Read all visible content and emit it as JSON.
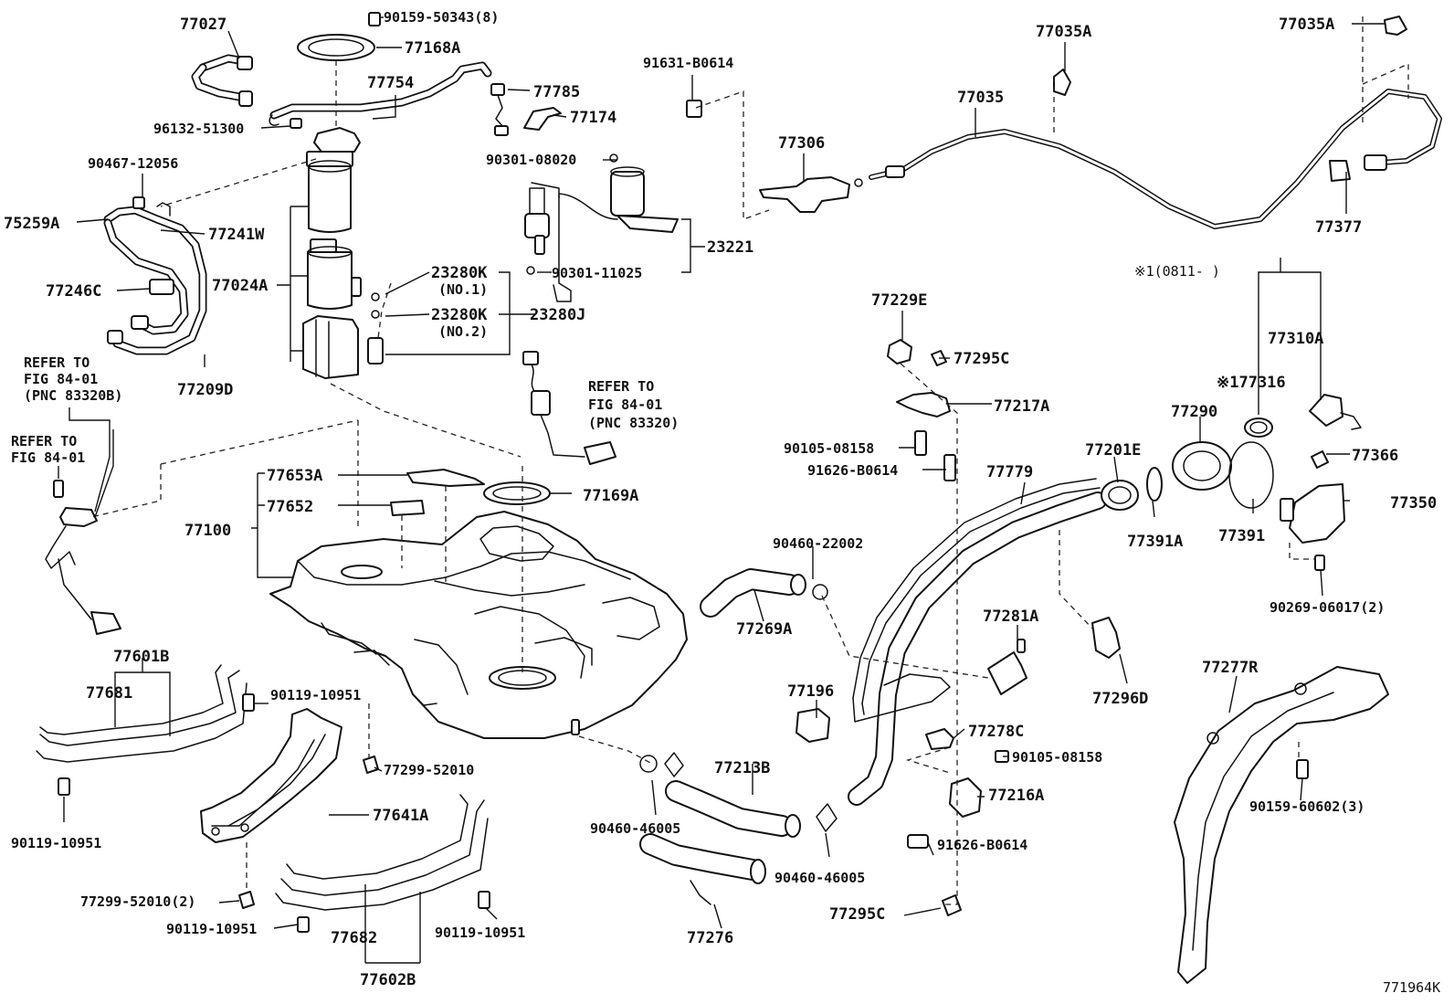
{
  "figure_code": "771964K",
  "parts": {
    "p77027": "77027",
    "p90159_50343": "90159-50343(8)",
    "p77168A": "77168A",
    "p77754": "77754",
    "p96132_51300": "96132-51300",
    "p77785": "77785",
    "p77174": "77174",
    "p91631_B0614": "91631-B0614",
    "p90301_08020": "90301-08020",
    "p77306": "77306",
    "p77035A_a": "77035A",
    "p77035": "77035",
    "p77035A_b": "77035A",
    "p90467_12056": "90467-12056",
    "p75259A": "75259A",
    "p77241W": "77241W",
    "p77246C": "77246C",
    "p77024A": "77024A",
    "p23280K_1": "23280K",
    "p23280K_1_note": "(NO.1)",
    "p23280K_2": "23280K",
    "p23280K_2_note": "(NO.2)",
    "p23280J": "23280J",
    "p90301_11025": "90301-11025",
    "p23221": "23221",
    "p77377": "77377",
    "note_serial": "※1(0811-     )",
    "p77209D": "77209D",
    "p77229E": "77229E",
    "p77295C_a": "77295C",
    "p77217A": "77217A",
    "p77310A": "77310A",
    "p77316": "※177316",
    "p77290": "77290",
    "p77366": "77366",
    "p90105_08158_a": "90105-08158",
    "p91626_B0614_a": "91626-B0614",
    "p77779": "77779",
    "p77201E": "77201E",
    "p77350": "77350",
    "p77653A": "77653A",
    "p77169A": "77169A",
    "p77652": "77652",
    "p77100": "77100",
    "p90460_22002": "90460-22002",
    "p77391A": "77391A",
    "p77391": "77391",
    "p90269_06017": "90269-06017(2)",
    "p77269A": "77269A",
    "p77281A": "77281A",
    "p77296D": "77296D",
    "p77601B": "77601B",
    "p77681": "77681",
    "p90119_10951_a": "90119-10951",
    "p77196": "77196",
    "p77277R": "77277R",
    "p77278C": "77278C",
    "p90105_08158_b": "90105-08158",
    "p77213B": "77213B",
    "p77216A": "77216A",
    "p77299_52010_a": "77299-52010",
    "p90159_60602": "90159-60602(3)",
    "p77641A": "77641A",
    "p90119_10951_b": "90119-10951",
    "p90460_46005_a": "90460-46005",
    "p91626_B0614_b": "91626-B0614",
    "p90460_46005_b": "90460-46005",
    "p77299_52010_b": "77299-52010(2)",
    "p77295C_b": "77295C",
    "p90119_10951_c": "90119-10951",
    "p77682": "77682",
    "p90119_10951_d": "90119-10951",
    "p77276": "77276",
    "p77602B": "77602B"
  },
  "references": {
    "ref1_line1": "REFER TO",
    "ref1_line2": "FIG 84-01",
    "ref1_line3": "(PNC 83320B)",
    "ref2_line1": "REFER TO",
    "ref2_line2": "FIG 84-01",
    "ref3_line1": "REFER TO",
    "ref3_line2": "FIG 84-01",
    "ref3_line3": "(PNC 83320)"
  }
}
